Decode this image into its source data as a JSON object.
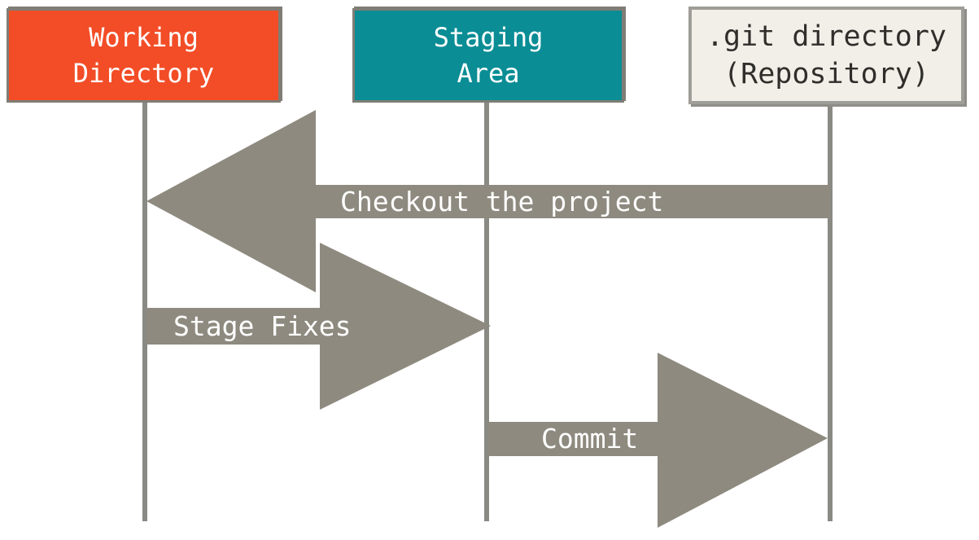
{
  "diagram": {
    "boxes": {
      "working_directory": {
        "line1": "Working",
        "line2": "Directory"
      },
      "staging_area": {
        "line1": "Staging",
        "line2": "Area"
      },
      "git_directory": {
        "line1": ".git directory",
        "line2": "(Repository)"
      }
    },
    "arrows": {
      "checkout": {
        "label": "Checkout the project",
        "direction": "right-to-left",
        "from": ".git directory",
        "to": "Working Directory"
      },
      "stage_fixes": {
        "label": "Stage Fixes",
        "direction": "left-to-right",
        "from": "Working Directory",
        "to": "Staging Area"
      },
      "commit": {
        "label": "Commit",
        "direction": "left-to-right",
        "from": "Staging Area",
        "to": ".git directory"
      }
    },
    "colors": {
      "working_directory_fill": "#f24d27",
      "staging_area_fill": "#0a8d95",
      "git_directory_fill": "#f1efe8",
      "git_directory_border": "#9e9d97",
      "box_border": "#7f7d75",
      "arrow_fill": "#8e8a7f",
      "lifeline": "#8a8a84",
      "box_text_light": "#ffffff",
      "box_text_dark": "#2f2e2b"
    }
  }
}
